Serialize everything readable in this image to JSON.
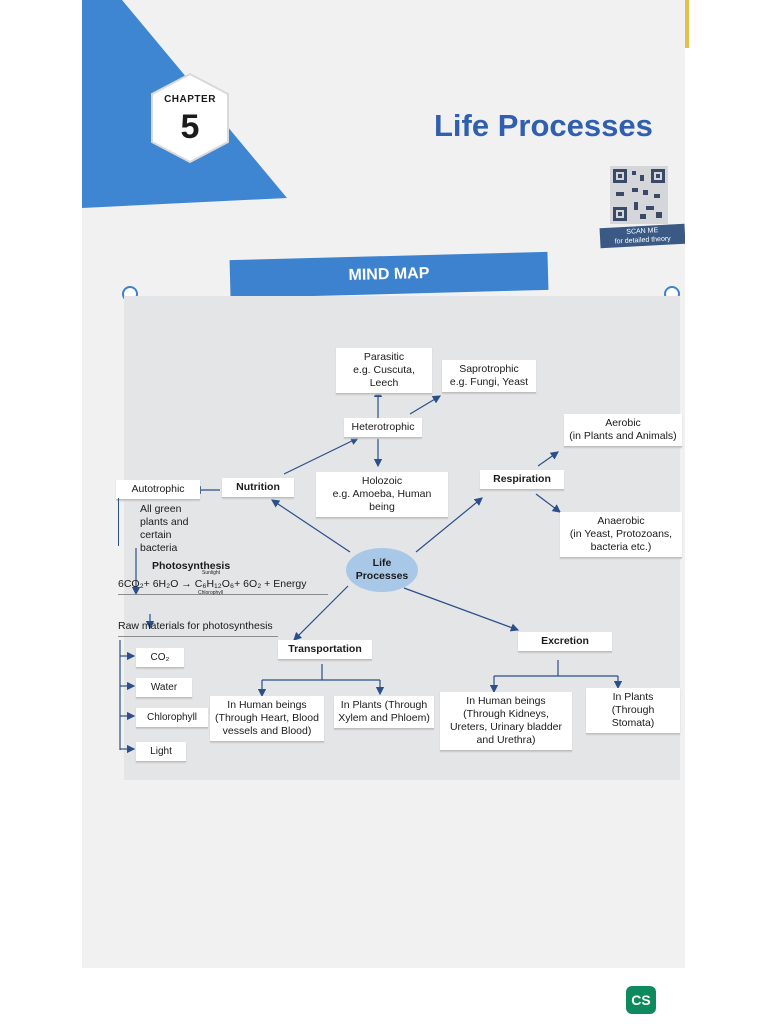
{
  "chapter": {
    "label": "CHAPTER",
    "number": "5"
  },
  "title": "Life Processes",
  "qr": {
    "caption_line1": "SCAN ME",
    "caption_line2": "for detailed theory"
  },
  "mind_map_label": "MIND MAP",
  "nodes": {
    "center": "Life Processes",
    "nutrition": "Nutrition",
    "autotrophic": "Autotrophic",
    "autotrophic_desc": "All green plants and certain bacteria",
    "photosynthesis": "Photosynthesis",
    "equation": "6CO₂+ 6H₂O → C₆H₁₂O₆+ 6O₂ + Energy",
    "equation_top": "Sunlight",
    "equation_bottom": "Chlorophyll",
    "raw_materials": "Raw materials for photosynthesis",
    "raw_items": [
      "CO₂",
      "Water",
      "Chlorophyll",
      "Light"
    ],
    "heterotrophic": "Heterotrophic",
    "parasitic": "Parasitic",
    "parasitic_eg": "e.g. Cuscuta, Leech",
    "saprotrophic": "Saprotrophic",
    "saprotrophic_eg": "e.g. Fungi, Yeast",
    "holozoic": "Holozoic",
    "holozoic_eg": "e.g. Amoeba, Human being",
    "respiration": "Respiration",
    "aerobic": "Aerobic",
    "aerobic_eg": "(in Plants and Animals)",
    "anaerobic": "Anaerobic",
    "anaerobic_eg": "(in Yeast, Protozoans, bacteria etc.)",
    "transportation": "Transportation",
    "transport_human": "In Human beings (Through Heart, Blood vessels and Blood)",
    "transport_plants": "In Plants (Through Xylem and Phloem)",
    "excretion": "Excretion",
    "excretion_human": "In Human beings (Through Kidneys, Ureters, Urinary bladder and Urethra)",
    "excretion_plants": "In Plants (Through Stomata)"
  },
  "badge": "CS"
}
